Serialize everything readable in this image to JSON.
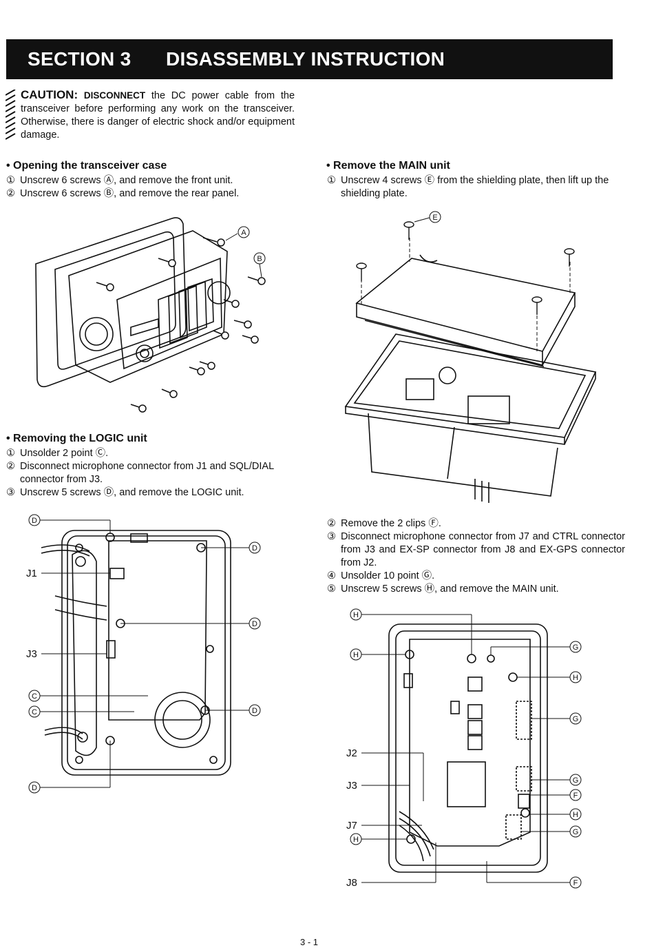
{
  "banner": {
    "section": "SECTION 3",
    "title": "DISASSEMBLY INSTRUCTION"
  },
  "caution": {
    "label": "CAUTION:",
    "keyword": "DISCONNECT",
    "text": "the DC power cable from the transceiver before performing any work on the transceiver. Otherwise, there is danger of electric shock and/or equipment damage."
  },
  "opening": {
    "heading": "• Opening the transceiver case",
    "steps": [
      {
        "num": "①",
        "text": "Unscrew 6 screws Ⓐ, and remove the front unit."
      },
      {
        "num": "②",
        "text": "Unscrew 6 screws Ⓑ, and remove the rear panel."
      }
    ],
    "callouts": [
      "A",
      "B"
    ]
  },
  "logic": {
    "heading": "• Removing the LOGIC unit",
    "steps": [
      {
        "num": "①",
        "text": "Unsolder 2 point Ⓒ."
      },
      {
        "num": "②",
        "text": "Disconnect microphone connector from J1 and SQL/DIAL connector from J3."
      },
      {
        "num": "③",
        "text": "Unscrew 5 screws Ⓓ, and remove the LOGIC unit."
      }
    ],
    "labels": {
      "j1": "J1",
      "j3": "J3",
      "c": "C",
      "d": "D"
    }
  },
  "main": {
    "heading": "• Remove the MAIN unit",
    "steps": [
      {
        "num": "①",
        "text": "Unscrew 4 screws Ⓔ from the shielding plate, then lift up the shielding plate."
      }
    ],
    "callouts": [
      "E"
    ]
  },
  "main2": {
    "steps": [
      {
        "num": "②",
        "text": "Remove the 2 clips Ⓕ."
      },
      {
        "num": "③",
        "text": "Disconnect microphone connector from J7 and CTRL connector from J3 and EX-SP connector from J8 and EX-GPS connector from J2."
      },
      {
        "num": "④",
        "text": "Unsolder 10 point Ⓖ."
      },
      {
        "num": "⑤",
        "text": "Unscrew 5 screws Ⓗ, and remove the MAIN unit."
      }
    ],
    "labels": {
      "j2": "J2",
      "j3": "J3",
      "j7": "J7",
      "j8": "J8",
      "f": "F",
      "g": "G",
      "h": "H"
    }
  },
  "page_number": "3 - 1"
}
